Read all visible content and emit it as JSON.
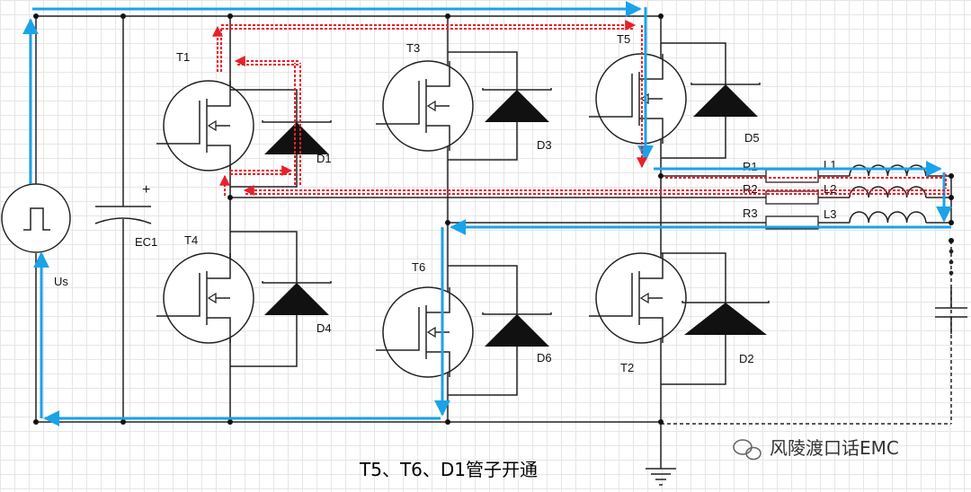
{
  "labels": {
    "t1": "T1",
    "t2": "T2",
    "t3": "T3",
    "t4": "T4",
    "t5": "T5",
    "t6": "T6",
    "d1": "D1",
    "d2": "D2",
    "d3": "D3",
    "d4": "D4",
    "d5": "D5",
    "d6": "D6",
    "ec1": "EC1",
    "plus": "+",
    "us": "Us",
    "r1": "R1",
    "r2": "R2",
    "r3": "R3",
    "l1": "L1",
    "l2": "L2",
    "l3": "L3"
  },
  "caption": "T5、T6、D1管子开通",
  "watermark": "风陵渡口话EMC",
  "colors": {
    "conduction_path": "#1aa3e8",
    "freewheel_path": "#e8202a",
    "wire": "#222222"
  }
}
